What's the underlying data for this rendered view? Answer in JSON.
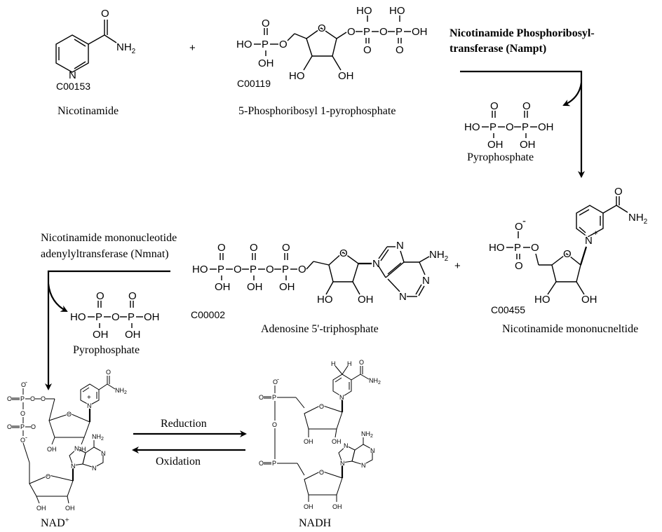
{
  "compounds": {
    "nicotinamide": {
      "id": "C00153",
      "name": "Nicotinamide",
      "nh2": "NH",
      "nh2_sub": "2",
      "o": "O",
      "n": "N"
    },
    "prpp": {
      "id": "C00119",
      "name": "5-Phosphoribosyl 1-pyrophosphate"
    },
    "ppi_top": {
      "name": "Pyrophosphate"
    },
    "nmn": {
      "id": "C00455",
      "name": "Nicotinamide mononucneltide"
    },
    "atp": {
      "id": "C00002",
      "name": "Adenosine 5'-triphosphate"
    },
    "ppi_mid": {
      "name": "Pyrophosphate"
    },
    "nad": {
      "name": "NAD",
      "sup": "+"
    },
    "nadh": {
      "name": "NADH"
    }
  },
  "plus_signs": [
    "+",
    "+"
  ],
  "enzymes": {
    "nampt_line1": "Nicotinamide Phosphoribosyl-",
    "nampt_line2": "transferase (Nampt)",
    "nmnat_line1": "Nicotinamide mononucleotide",
    "nmnat_line2": "adenylyltransferase (Nmnat)"
  },
  "reactions": {
    "reduction": "Reduction",
    "oxidation": "Oxidation"
  },
  "atoms": {
    "HO": "HO",
    "OH": "OH",
    "O": "O",
    "P": "P",
    "N": "N",
    "H": "H",
    "minus": "-",
    "plus": "+",
    "OHbar": "O",
    "NH": "NH",
    "sub2": "2"
  }
}
